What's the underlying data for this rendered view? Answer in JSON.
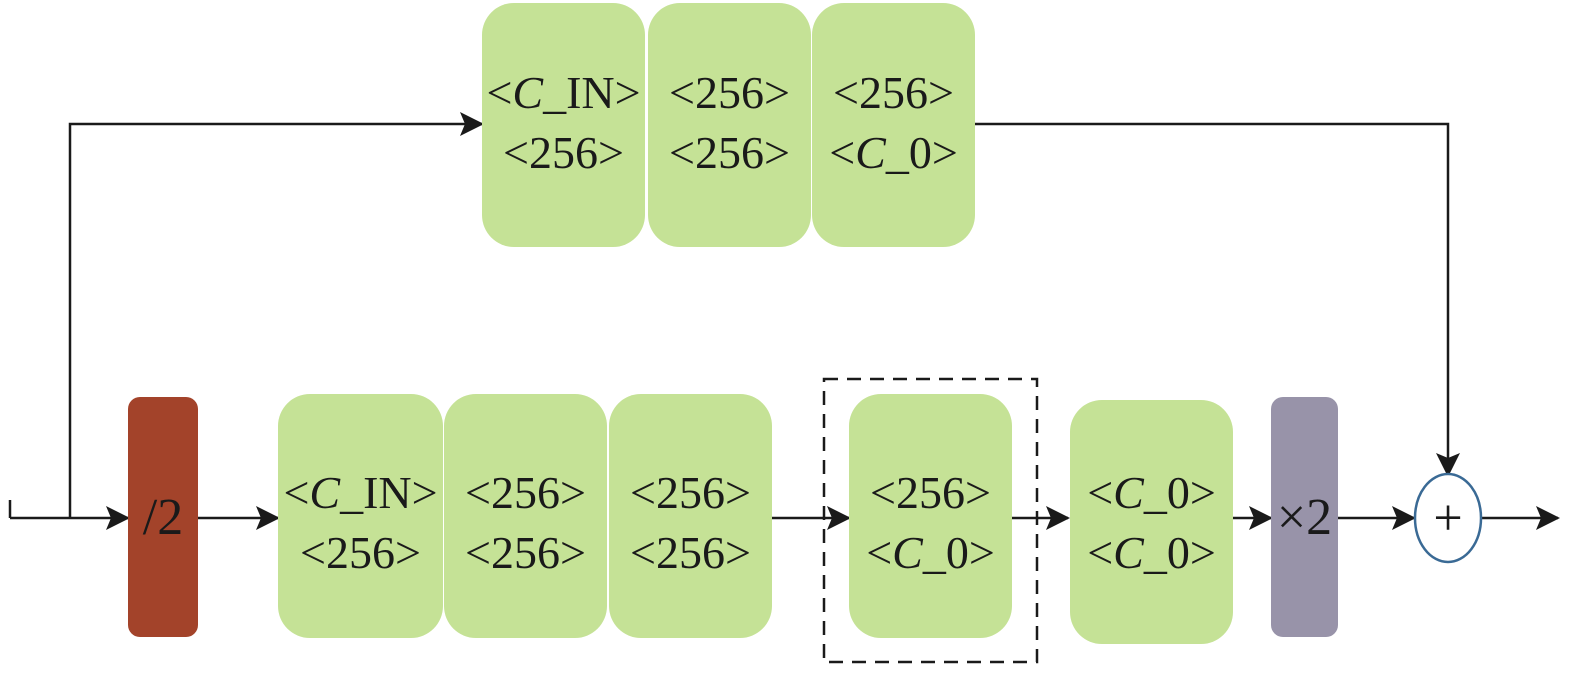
{
  "colors": {
    "block_fill": "#c5e296",
    "downsample_fill": "#a3432a",
    "upsample_fill": "#9893a9",
    "add_stroke": "#3a6a95",
    "line": "#1a1a1a"
  },
  "top_branch": {
    "blocks": [
      {
        "line1": {
          "pre": "<",
          "it": "C",
          "post": "_IN>"
        },
        "line2": {
          "pre": "<256>",
          "it": "",
          "post": ""
        }
      },
      {
        "line1": {
          "pre": "<256>",
          "it": "",
          "post": ""
        },
        "line2": {
          "pre": "<256>",
          "it": "",
          "post": ""
        }
      },
      {
        "line1": {
          "pre": "<256>",
          "it": "",
          "post": ""
        },
        "line2": {
          "pre": "<",
          "it": "C",
          "post": "_0>"
        }
      }
    ]
  },
  "bottom_branch": {
    "downsample_label": "/2",
    "blocks": [
      {
        "line1": {
          "pre": "<",
          "it": "C",
          "post": "_IN>"
        },
        "line2": {
          "pre": "<256>",
          "it": "",
          "post": ""
        }
      },
      {
        "line1": {
          "pre": "<256>",
          "it": "",
          "post": ""
        },
        "line2": {
          "pre": "<256>",
          "it": "",
          "post": ""
        }
      },
      {
        "line1": {
          "pre": "<256>",
          "it": "",
          "post": ""
        },
        "line2": {
          "pre": "<256>",
          "it": "",
          "post": ""
        }
      }
    ],
    "dashed_block": {
      "line1": {
        "pre": "<256>",
        "it": "",
        "post": ""
      },
      "line2": {
        "pre": "<",
        "it": "C",
        "post": "_0>"
      }
    },
    "final_block": {
      "line1": {
        "pre": "<",
        "it": "C",
        "post": "_0>"
      },
      "line2": {
        "pre": "<",
        "it": "C",
        "post": "_0>"
      }
    },
    "upsample_label": "×2",
    "add_symbol": "+"
  }
}
